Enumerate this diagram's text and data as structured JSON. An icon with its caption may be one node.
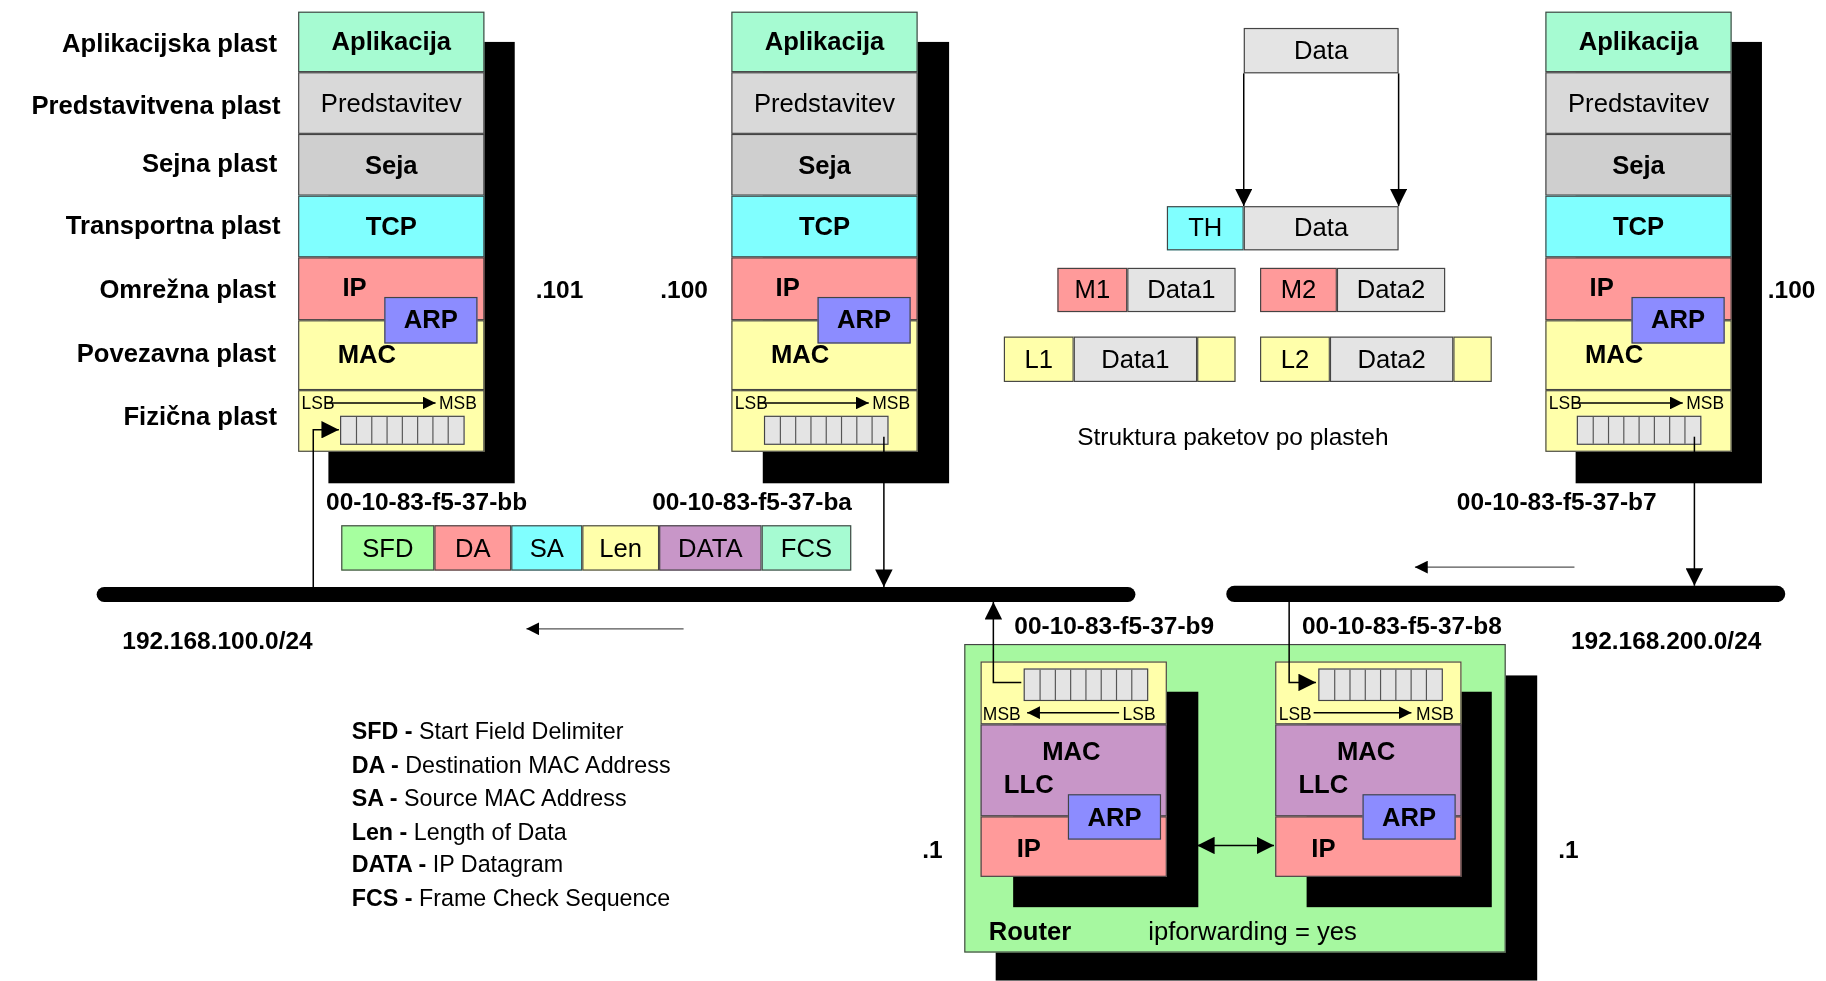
{
  "diagram": {
    "nodes": [
      {
        "text": [
          "Aplikacija"
        ]
      },
      {
        "text": [
          "Predstavitev"
        ]
      },
      {
        "text": [
          "Seja"
        ]
      },
      {
        "text": [
          "TCP"
        ]
      },
      {
        "text": [
          "IP"
        ]
      },
      {
        "text": [
          "ARP"
        ]
      },
      {
        "text": [
          "MAC"
        ]
      },
      {
        "text": [
          "LSB",
          "MSB"
        ]
      },
      {
        "text": [],
        "shape": "box",
        "in": 7
      },
      {
        "text": [
          "Aplikacija"
        ]
      },
      {
        "text": [
          "Predstavitev"
        ]
      },
      {
        "text": [
          "Seja"
        ]
      },
      {
        "text": [
          "TCP"
        ]
      },
      {
        "text": [
          "IP"
        ]
      },
      {
        "text": [
          "ARP"
        ]
      },
      {
        "text": [
          "MAC"
        ]
      },
      {
        "text": [
          "LSB",
          "MSB"
        ]
      },
      {
        "text": [],
        "shape": "box",
        "in": 16
      },
      {
        "text": [
          "Data"
        ]
      },
      {
        "text": [
          "TH"
        ]
      },
      {
        "text": [
          "Data"
        ]
      },
      {
        "text": [
          "M1"
        ]
      },
      {
        "text": [
          "Data1"
        ]
      },
      {
        "text": [
          "M2"
        ]
      },
      {
        "text": [
          "Data2"
        ]
      },
      {
        "text": [
          "L1"
        ]
      },
      {
        "text": [
          "Data1"
        ]
      },
      {
        "text": [],
        "shape": "box"
      },
      {
        "text": [
          "L2"
        ]
      },
      {
        "text": [
          "Data2"
        ]
      },
      {
        "text": [],
        "shape": "box"
      },
      {
        "text": [
          "Aplikacija"
        ]
      },
      {
        "text": [
          "Predstavitev"
        ]
      },
      {
        "text": [
          "Seja"
        ]
      },
      {
        "text": [
          "TCP"
        ]
      },
      {
        "text": [
          "IP"
        ]
      },
      {
        "text": [
          "ARP"
        ]
      },
      {
        "text": [
          "MAC"
        ]
      },
      {
        "text": [
          "LSB",
          "MSB"
        ]
      },
      {
        "text": [],
        "shape": "box",
        "in": 38
      },
      {
        "text": [
          "SFD"
        ]
      },
      {
        "text": [
          "DA"
        ]
      },
      {
        "text": [
          "SA"
        ]
      },
      {
        "text": [
          "Len"
        ]
      },
      {
        "text": [
          "DATA"
        ]
      },
      {
        "text": [
          "FCS"
        ]
      },
      {
        "text": [],
        "shape": "bar"
      },
      {
        "text": [],
        "shape": "bar"
      },
      {
        "text": [
          "Router",
          "ipforwarding = yes"
        ]
      },
      {
        "text": [
          "MSB",
          "LSB"
        ],
        "in": 48
      },
      {
        "text": [],
        "shape": "box",
        "in": 49
      },
      {
        "text": [
          "MAC",
          "LLC"
        ],
        "in": 48
      },
      {
        "text": [
          "ARP"
        ],
        "in": 48
      },
      {
        "text": [
          "IP"
        ],
        "in": 48
      },
      {
        "text": [
          "LSB",
          "MSB"
        ],
        "in": 48
      },
      {
        "text": [],
        "shape": "box",
        "in": 54
      },
      {
        "text": [
          "MAC",
          "LLC"
        ],
        "in": 48
      },
      {
        "text": [
          "ARP"
        ],
        "in": 48
      },
      {
        "text": [
          "IP"
        ],
        "in": 48
      }
    ],
    "edges": [
      {
        "from": 46,
        "to": 8,
        "arrow": "to"
      },
      {
        "from": 17,
        "to": 46,
        "arrow": "to"
      },
      {
        "from": 39,
        "to": 47,
        "arrow": "to"
      },
      {
        "from": 50,
        "to": 46,
        "arrow": "to"
      },
      {
        "from": 47,
        "to": 55,
        "arrow": "to"
      },
      {
        "from": 53,
        "to": 58,
        "arrow": "both"
      },
      {
        "from": 18,
        "to": 20,
        "arrow": "to"
      },
      {
        "from": 18,
        "to": 20,
        "arrow": "to"
      }
    ],
    "labels": [
      "Aplikacijska plast",
      "Predstavitvena plast",
      "Sejna plast",
      "Transportna plast",
      "Omrežna plast",
      ".101",
      ".100",
      ".100",
      "Povezavna plast",
      "Fizična plast",
      "Struktura paketov po plasteh",
      "00-10-83-f5-37-bb",
      "00-10-83-f5-37-ba",
      "00-10-83-f5-37-b7",
      "00-10-83-f5-37-b9",
      "00-10-83-f5-37-b8",
      "192.168.100.0/24",
      "192.168.200.0/24",
      "**SFD -** Start Field Delimiter",
      "**DA -** Destination MAC Address",
      "**SA -** Source MAC Address",
      "**Len -** Length of Data",
      "**DATA -** IP Datagram",
      "**FCS -** Frame Check Sequence",
      ".1",
      ".1"
    ]
  }
}
